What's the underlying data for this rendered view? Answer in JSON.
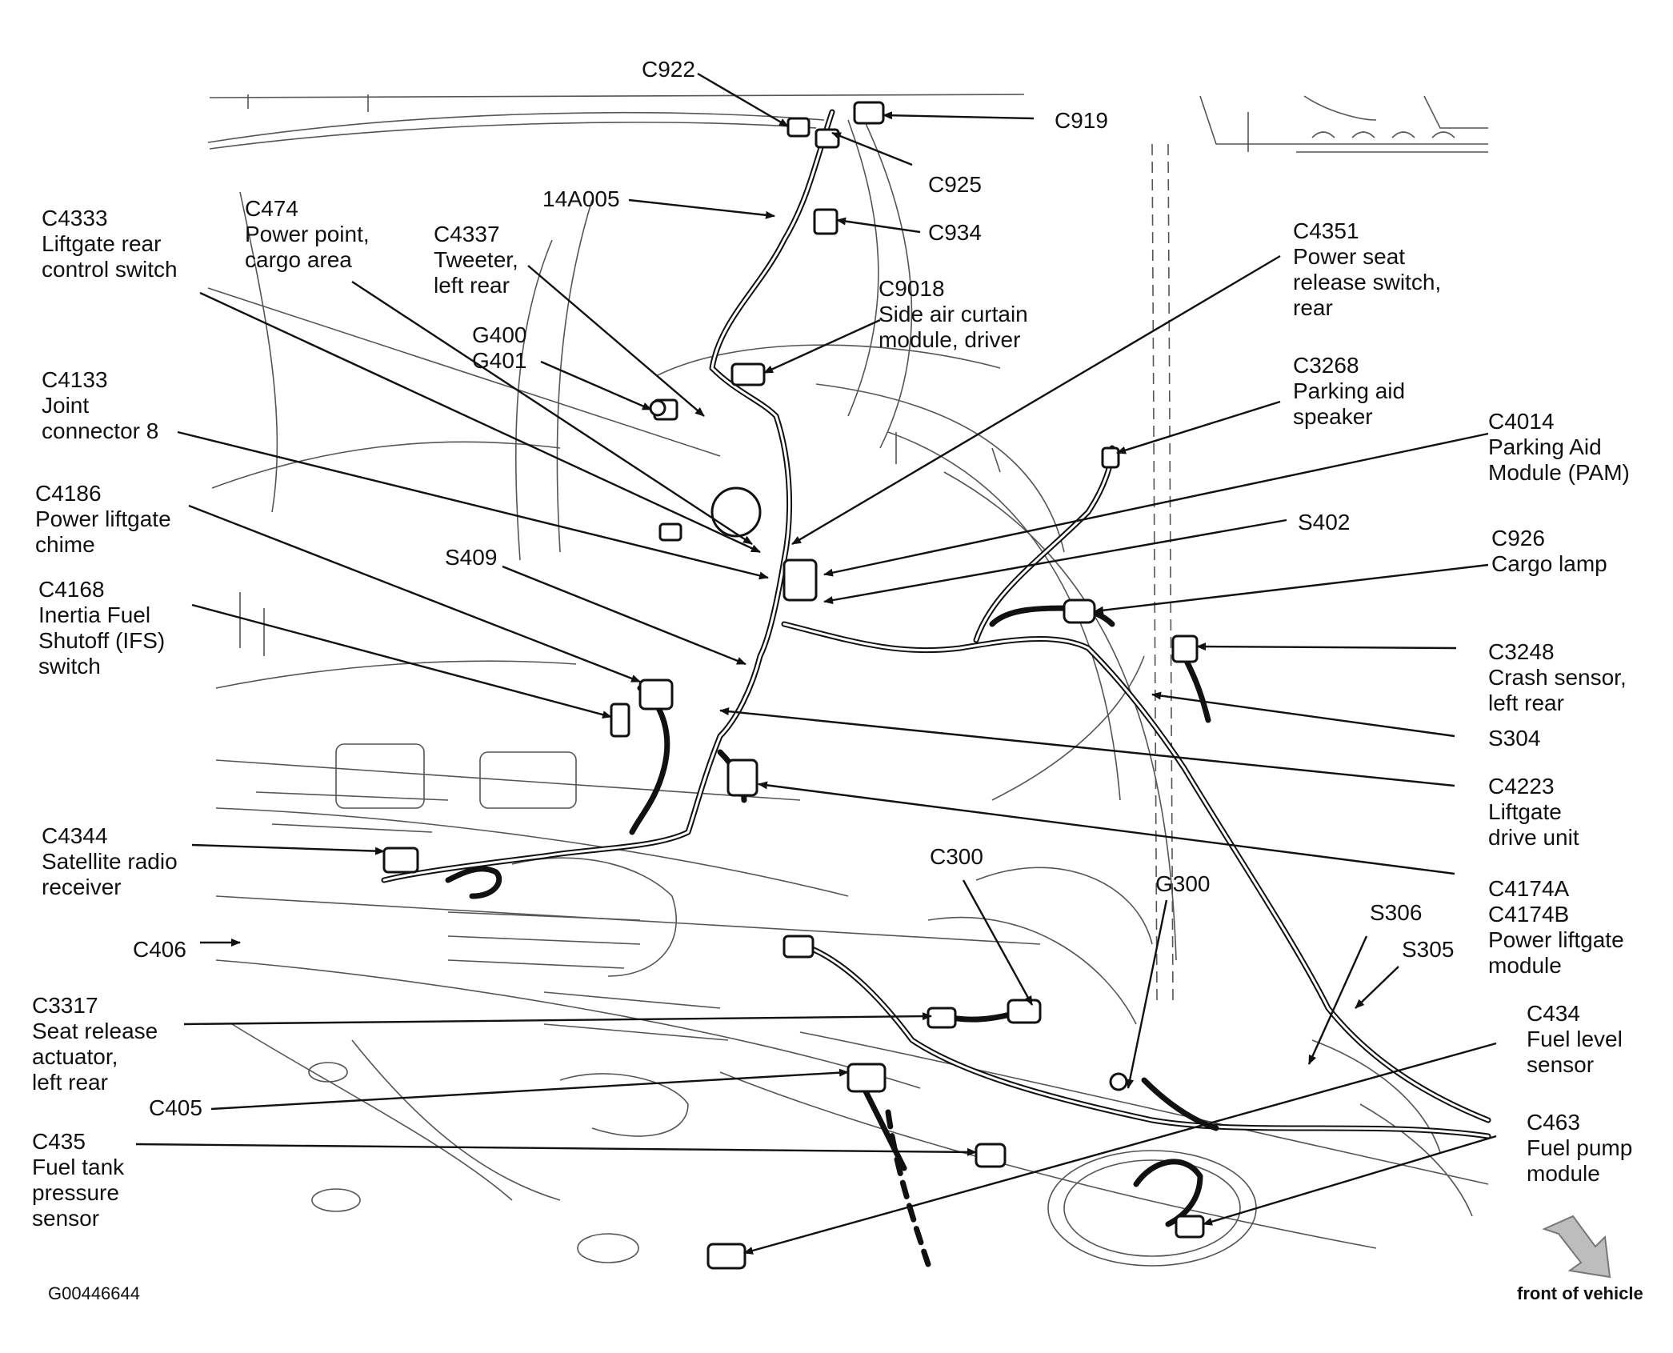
{
  "figure_id": "G00446644",
  "orientation_label": "front of vehicle",
  "callouts": {
    "c922": [
      "C922"
    ],
    "c919": [
      "C919"
    ],
    "c925": [
      "C925"
    ],
    "a14a005": [
      "14A005"
    ],
    "c934": [
      "C934"
    ],
    "c4333": [
      "C4333",
      "Liftgate rear",
      "control switch"
    ],
    "c474": [
      "C474",
      "Power point,",
      "cargo area"
    ],
    "c4337": [
      "C4337",
      "Tweeter,",
      "left rear"
    ],
    "c9018": [
      "C9018",
      "Side air curtain",
      "module, driver"
    ],
    "c4351": [
      "C4351",
      "Power seat",
      "release switch,",
      "rear"
    ],
    "g400": [
      "G400",
      "G401"
    ],
    "c3268": [
      "C3268",
      "Parking aid",
      "speaker"
    ],
    "c4133": [
      "C4133",
      "Joint",
      "connector 8"
    ],
    "c4014": [
      "C4014",
      "Parking Aid",
      "Module (PAM)"
    ],
    "c4186": [
      "C4186",
      "Power liftgate",
      "chime"
    ],
    "s402": [
      "S402"
    ],
    "c926": [
      "C926",
      "Cargo lamp"
    ],
    "s409": [
      "S409"
    ],
    "c4168": [
      "C4168",
      "Inertia Fuel",
      "Shutoff (IFS)",
      "switch"
    ],
    "c3248": [
      "C3248",
      "Crash sensor,",
      "left rear"
    ],
    "s304": [
      "S304"
    ],
    "c4223": [
      "C4223",
      "Liftgate",
      "drive unit"
    ],
    "c4344": [
      "C4344",
      "Satellite radio",
      "receiver"
    ],
    "c300": [
      "C300"
    ],
    "g300": [
      "G300"
    ],
    "c4174": [
      "C4174A",
      "C4174B",
      "Power liftgate",
      "module"
    ],
    "s306": [
      "S306"
    ],
    "s305": [
      "S305"
    ],
    "c406": [
      "C406"
    ],
    "c3317": [
      "C3317",
      "Seat release",
      "actuator,",
      "left rear"
    ],
    "c434": [
      "C434",
      "Fuel level",
      "sensor"
    ],
    "c405": [
      "C405"
    ],
    "c435": [
      "C435",
      "Fuel tank",
      "pressure",
      "sensor"
    ],
    "c463": [
      "C463",
      "Fuel pump",
      "module"
    ]
  },
  "colors": {
    "line": "#111111",
    "body_line": "#555555",
    "arrow_fill": "#bdbdbd",
    "background": "#ffffff"
  }
}
